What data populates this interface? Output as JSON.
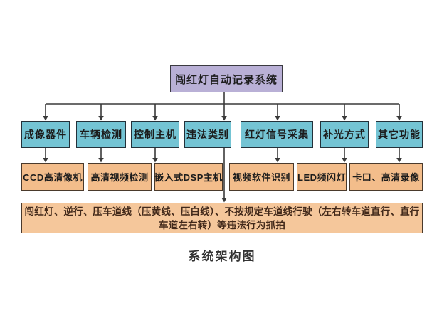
{
  "diagram": {
    "caption": "系统架构图",
    "root": {
      "label": "闯红灯自动记录系统"
    },
    "level2": [
      {
        "label": "成像器件"
      },
      {
        "label": "车辆检测"
      },
      {
        "label": "控制主机"
      },
      {
        "label": "违法类别"
      },
      {
        "label": "红灯信号采集"
      },
      {
        "label": "补光方式"
      },
      {
        "label": "其它功能"
      }
    ],
    "level3": [
      {
        "label": "CCD高清像机"
      },
      {
        "label": "高清视频检测"
      },
      {
        "label": "嵌入式DSP主机"
      },
      {
        "label": "视频软件识别"
      },
      {
        "label": "LED频闪灯"
      },
      {
        "label": "卡口、高清录像"
      }
    ],
    "bottom": {
      "line1": "闯红灯、逆行、压车道线（压黄线、压白线）、不按规定车道线行驶（左右转车道直行、直行",
      "line2": "车道左右转）等违法行为抓拍"
    },
    "colors": {
      "root_fill": "#b9b0d6",
      "level2_fill": "#74c4d4",
      "level3_fill": "#f3bd8b",
      "bottom_fill": "#f5c79b",
      "connector": "#3a3a3a",
      "background": "#ffffff"
    }
  }
}
